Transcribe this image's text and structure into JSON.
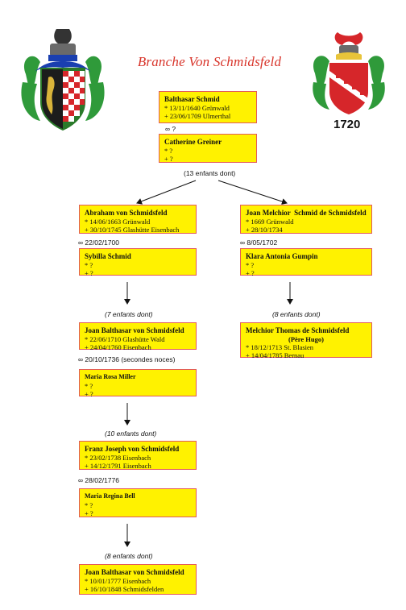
{
  "title": "Branche Von Schmidsfeld",
  "crest_year": "1720",
  "root": {
    "person": {
      "name": "Balthasar Schmid",
      "birth": "* 13/11/1640 Grünwald",
      "death": "+ 23/06/1709 Ulmerthal"
    },
    "marriage": "∞ ?",
    "spouse": {
      "name": "Catherine Greiner",
      "birth": "* ?",
      "death": "+ ?"
    },
    "children_note": "(13 enfants dont)"
  },
  "left": {
    "person": {
      "name": "Abraham von Schmidsfeld",
      "birth": "* 14/06/1663 Grünwald",
      "death": "+ 30/10/1745 Glashütte Eisenbach"
    },
    "marriage": "∞ 22/02/1700",
    "spouse": {
      "name": "Sybilla Schmid",
      "birth": "* ?",
      "death": "+ ?"
    },
    "children_note": "(7 enfants dont)",
    "gen2": {
      "person": {
        "name": "Joan Balthasar von Schmidsfeld",
        "birth": "* 22/06/1710 Glashütte Wald",
        "death": "+ 24/04/1760 Eisenbach"
      },
      "marriage": "∞ 20/10/1736 (secondes noces)",
      "spouse": {
        "name": "Maria Rosa Miller",
        "birth": "* ?",
        "death": "+ ?"
      },
      "children_note": "(10  enfants dont)"
    },
    "gen3": {
      "person": {
        "name": "Franz Joseph von Schmidsfeld",
        "birth": "* 23/02/1738 Eisenbach",
        "death": "+ 14/12/1791 Eisenbach"
      },
      "marriage": "∞ 28/02/1776",
      "spouse": {
        "name": "Maria Regina Bell",
        "birth": "* ?",
        "death": "+ ?"
      },
      "children_note": "(8 enfants dont)"
    },
    "gen4": {
      "person": {
        "name": "Joan Balthasar von Schmidsfeld",
        "birth": "* 10/01/1777 Eisenbach",
        "death": "+ 16/10/1848 Schmidsfelden"
      }
    }
  },
  "right": {
    "person": {
      "name": "Joan Melchior  Schmid de Schmidsfeld",
      "birth": "* 1669 Grünwald",
      "death": "+ 28/10/1734"
    },
    "marriage": "∞ 8/05/1702",
    "spouse": {
      "name": "Klara Antonia Gumpin",
      "birth": "* ?",
      "death": "+ ?"
    },
    "children_note": "(8 enfants dont)",
    "gen2": {
      "person": {
        "name": "Melchior Thomas de Schmidsfeld",
        "subtitle": "(Père Hugo)",
        "birth": "* 18/12/1713 St. Blasien",
        "death": "+ 14/04/1785 Bernau"
      }
    }
  },
  "colors": {
    "box_fill": "#fff200",
    "box_border": "#e25a5a",
    "title": "#d8342a"
  }
}
